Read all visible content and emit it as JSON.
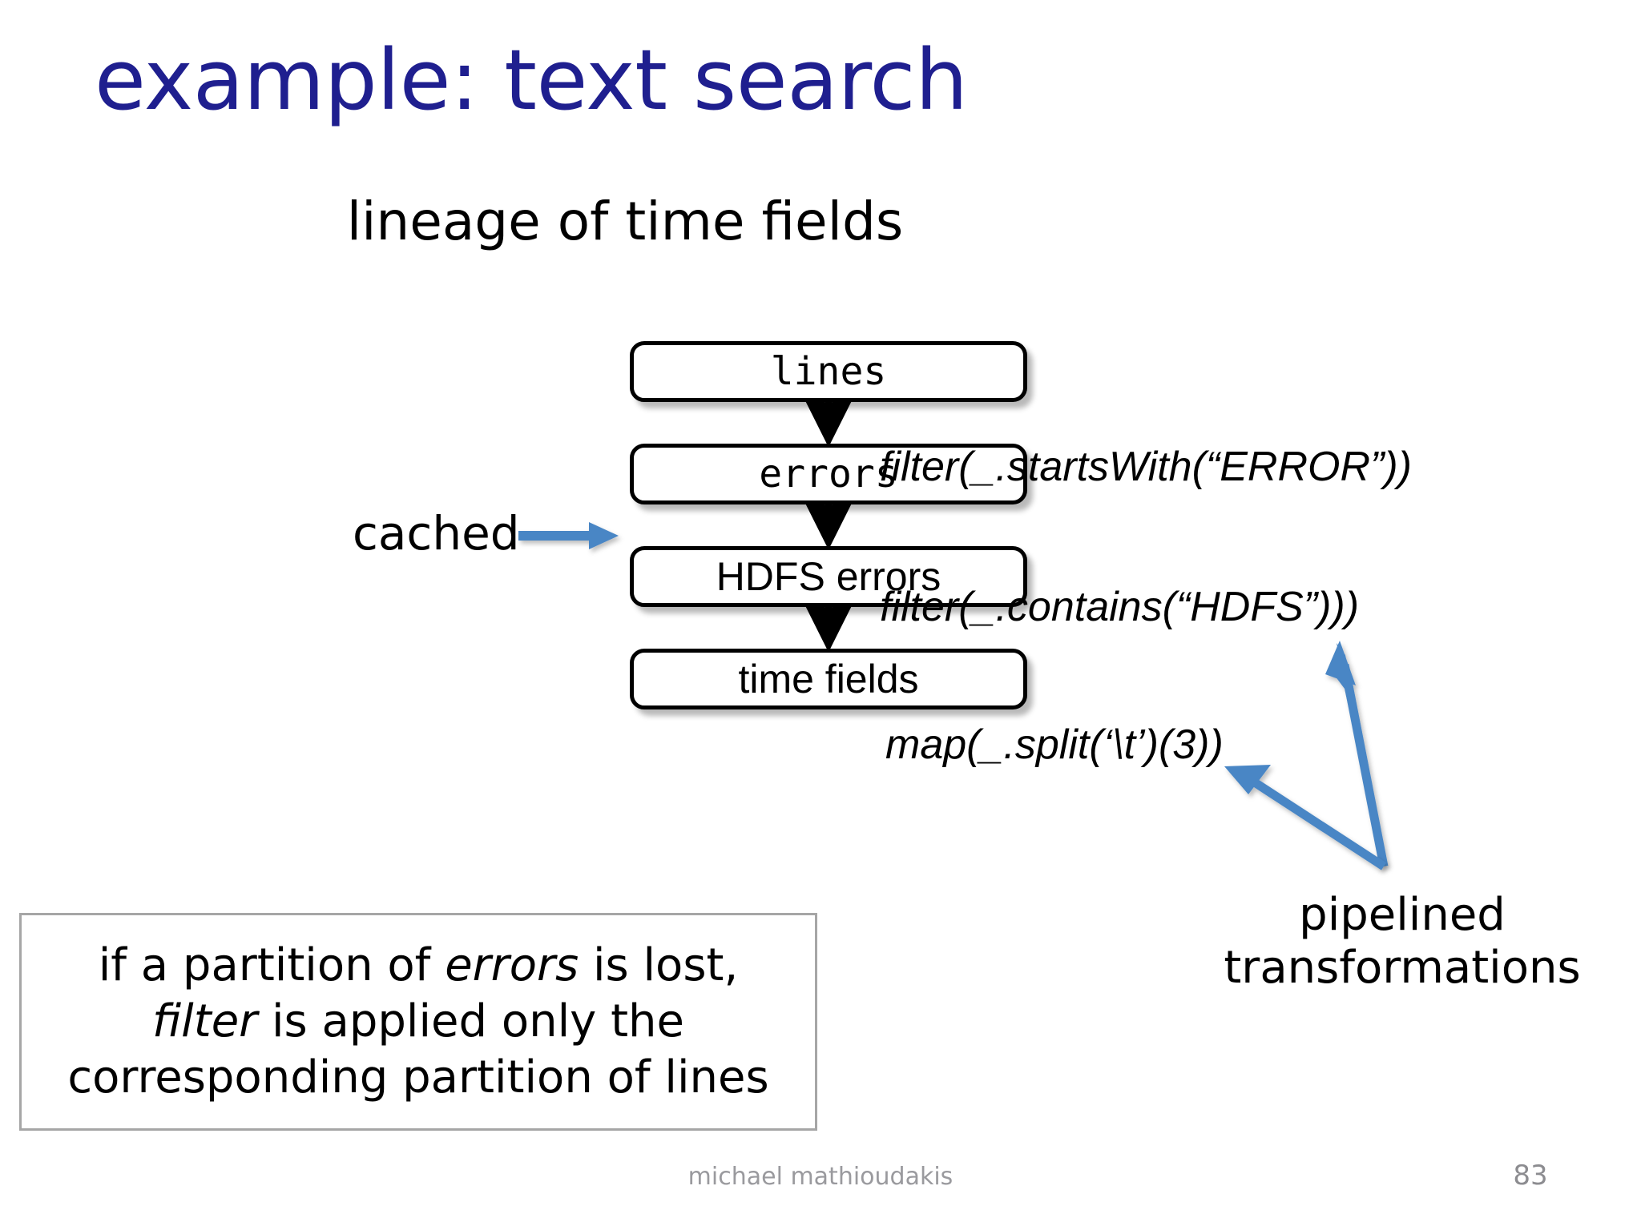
{
  "slide": {
    "title": "example: text search",
    "subtitle": "lineage of time fields",
    "title_color": "#1f1f8f",
    "background_color": "#ffffff"
  },
  "diagram": {
    "accent_color": "#4a86c5",
    "node_border_color": "#000000",
    "nodes": [
      {
        "id": "lines",
        "label": "lines",
        "font": "mono"
      },
      {
        "id": "errors",
        "label": "errors",
        "font": "mono"
      },
      {
        "id": "hdfs-errors",
        "label": "HDFS errors",
        "font": "sans"
      },
      {
        "id": "time-fields",
        "label": "time fields",
        "font": "sans"
      }
    ],
    "edges": [
      {
        "from": "lines",
        "to": "errors",
        "label": "filter(_.startsWith(“ERROR”))"
      },
      {
        "from": "errors",
        "to": "hdfs-errors",
        "label": "filter(_.contains(“HDFS”)))"
      },
      {
        "from": "hdfs-errors",
        "to": "time-fields",
        "label": "map(_.split(‘\\t’)(3))"
      }
    ],
    "annotations": {
      "cached": "cached",
      "pipelined_line1": "pipelined",
      "pipelined_line2": "transformations"
    }
  },
  "note": {
    "line1_pre": "if a partition of ",
    "line1_em": "errors",
    "line1_post": " is lost,",
    "line2_em": "filter",
    "line2_post": " is applied only the",
    "line3": "corresponding partition of lines",
    "border_color": "#a6a6a6"
  },
  "footer": {
    "author": "michael mathioudakis",
    "page_number": "83",
    "color": "#9a9a9e"
  }
}
